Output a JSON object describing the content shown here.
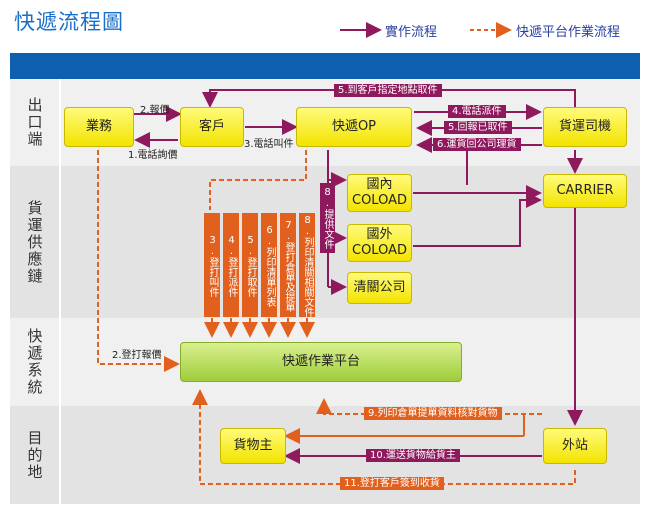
{
  "title": "快遞流程圖",
  "legend": {
    "actual": "實作流程",
    "platform": "快遞平台作業流程"
  },
  "rows": [
    "出口端",
    "貨運供應鏈",
    "快遞系統",
    "目的地"
  ],
  "nodes": {
    "business": "業務",
    "customer": "客戶",
    "op": "快遞OP",
    "driver": "貨運司機",
    "domestic": "國內\nCOLOAD",
    "foreign": "國外\nCOLOAD",
    "customs": "清關公司",
    "carrier": "CARRIER",
    "platform": "快遞作業平台",
    "consignee": "貨物主",
    "station": "外站"
  },
  "labels": {
    "quote": "2.報價",
    "inquiry": "1.電話詢價",
    "call_pickup": "3.電話叫件",
    "to_site": "5.到客戶指定地點取件",
    "phone_dispatch": "4.電話派件",
    "report_picked": "5.回報已取件",
    "return_goods": "6.運貨回公司理貨",
    "provide_docs": "8.提供文件",
    "register_quote": "2.登打報價",
    "print_check": "9.列印倉單提單資料核對貨物",
    "deliver": "10.運送貨物給貨主",
    "sign": "11.登打客戶簽到收貨"
  },
  "bars": [
    "3.登打叫件",
    "4.登打派件",
    "5.登打取件",
    "6.列印清單列表",
    "7.登打倉單及提單",
    "8.列印清關相關文件"
  ],
  "colors": {
    "purple": "#8e1a5d",
    "orange": "#e2601e",
    "blue": "#0f5fb0"
  }
}
